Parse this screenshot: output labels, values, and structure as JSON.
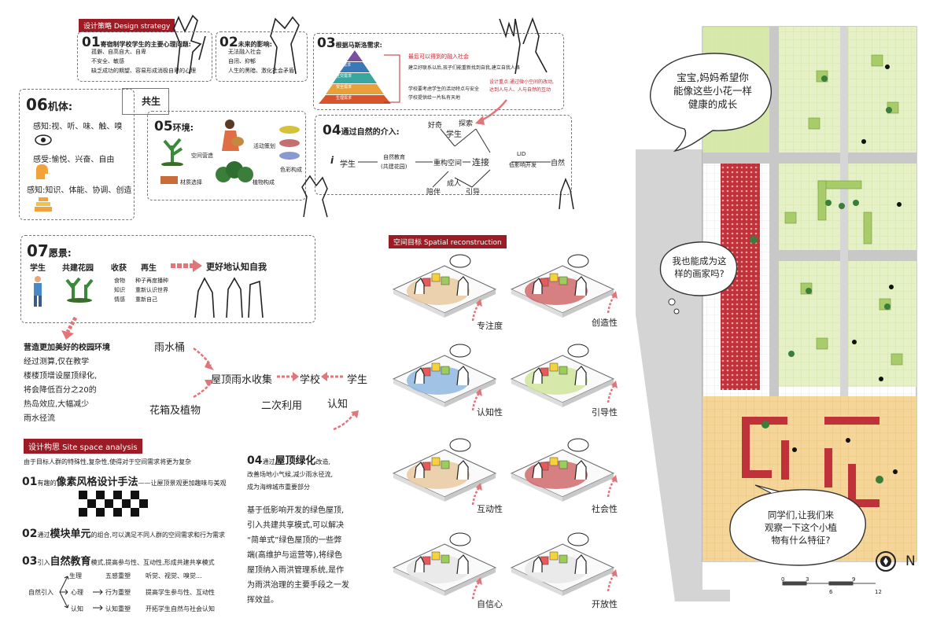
{
  "design_strategy": {
    "tag": "设计策略  Design strategy",
    "s01": {
      "num": "01",
      "title": "寄宿制学校学生的主要心理问题:",
      "lines": [
        "孤僻、自高自大、自卑",
        "不安全、敏感",
        "缺乏成功的期望、容易形成消极自卑的心理"
      ]
    },
    "s02": {
      "num": "02",
      "title": "未来的影响:",
      "lines": [
        "无法融入社会",
        "自闭、抑郁",
        "人生的黑暗、激化社会矛盾"
      ]
    },
    "s03": {
      "num": "03",
      "title": "根据马斯洛需求:",
      "pyramid": [
        "自我实现",
        "尊重需求",
        "社交需求",
        "安全需求",
        "生理需求"
      ],
      "red1": "最后可以得到的融入社会",
      "mid": [
        "建立好联系以后,孩子们能重新找到自我,建立自我人格",
        "学校要考虑学生的活动特点与安全",
        "学校提供给一片私有天地"
      ],
      "focus": [
        "设计重点:通过微小空间的改动,",
        "达到人与人、人与自然的互动"
      ]
    },
    "s04": {
      "num": "04",
      "title": "通过自然的介入:",
      "nodes": {
        "student": "学生",
        "nature_edu": "自然教育",
        "nature_edu2": "(共建花园)",
        "rebuild": "重构空间",
        "connect": "连接",
        "lid": "LID",
        "lid2": "低影响开发",
        "nature": "自然",
        "curious": "好奇",
        "explore": "探索",
        "student2": "学生",
        "accompany": "陪伴",
        "adult": "成人",
        "guide": "引导",
        "i": "i"
      }
    },
    "s05": {
      "num": "05",
      "title": "环境:",
      "labels": [
        "空间营造",
        "活动策划",
        "色彩构成",
        "材质选择",
        "植物构成"
      ]
    },
    "s06": {
      "num": "06",
      "title": "机体:",
      "lines": [
        "感知:视、听、味、触、嗅",
        "感受:愉悦、兴奋、自由",
        "感知:知识、体能、协调、创造"
      ]
    },
    "gongsheng": "共生",
    "s07": {
      "num": "07",
      "title": "愿景:",
      "cols": [
        "学生",
        "共建花园",
        "收获",
        "再生"
      ],
      "harvest": [
        "食物",
        "知识",
        "情感"
      ],
      "regen": [
        "种子再度播种",
        "重新认识世界",
        "重新自己"
      ],
      "goal": "更好地认知自我"
    }
  },
  "campus": {
    "title": "营造更加美好的校园环境",
    "lines": [
      "经过测算,仅在教学",
      "楼楼顶增设屋顶绿化,",
      "将会降低百分之20的",
      "热岛效应,大幅减少",
      "雨水径流"
    ],
    "flow": {
      "barrel": "雨水桶",
      "planter": "花箱及植物",
      "collect": "屋顶雨水收集",
      "school": "学校",
      "student": "学生",
      "reuse": "二次利用",
      "cognize": "认知"
    }
  },
  "site": {
    "tag": "设计构思  Site space analysis",
    "intro": "由于目标人群的特殊性,复杂性,使得对于空间需求将更为复杂",
    "p01": {
      "num": "01",
      "pre": "有趣的",
      "key": "像素风格设计手法",
      "post": "——让屋顶景观更加趣味与美观"
    },
    "p02": {
      "num": "02",
      "pre": "通过",
      "key": "模块单元",
      "post": "的组合,可以满足不同人群的空间需求和行为需求"
    },
    "p03": {
      "num": "03",
      "pre": "引入",
      "key": "自然教育",
      "post": "模式,提高参与性、互动性,形成共建共享模式"
    },
    "p04": {
      "num": "04",
      "pre": "通过",
      "key": "屋顶绿化",
      "post": "改造,",
      "lines": [
        "改善场地小气候,减少雨水径流,",
        "成为海绵城市重要部分"
      ]
    },
    "tree": {
      "root": "自然引入",
      "a": "生理",
      "b": "心理",
      "c": "认知",
      "a2": "五感重塑",
      "b2": "行为重塑",
      "c2": "认知重塑",
      "a3": "听觉、视觉、嗅觉...",
      "b3": "提高学生参与性、互动性",
      "c3": "开拓学生自然与社会认知"
    },
    "para": [
      "基于低影响开发的绿色屋顶,",
      "引入共建共享模式,可以解决",
      "“简单式”绿色屋顶的一些弊",
      "端(高维护与运营等),将绿色",
      "屋顶纳入雨洪管理系统,是作",
      "为雨洪治理的主要手段之一发",
      "挥效益。"
    ]
  },
  "spatial": {
    "tag": "空间目标  Spatial reconstruction",
    "labels": [
      "专注度",
      "创造性",
      "认知性",
      "引导性",
      "互动性",
      "社会性",
      "自信心",
      "开放性"
    ]
  },
  "plan": {
    "bubble1": [
      "宝宝,妈妈希望你",
      "能像这些小花一样",
      "健康的成长"
    ],
    "bubble2": [
      "我也能成为这",
      "样的画家吗?"
    ],
    "bubble3": [
      "同学们,让我们来",
      "观察一下这个小植",
      "物有什么特征?"
    ],
    "north": "N",
    "scale": [
      "0",
      "3",
      "6",
      "9",
      "12"
    ]
  },
  "colors": {
    "accent": "#9b1c24",
    "green": "#cfe49b",
    "orange": "#f4d69a",
    "red": "#c0282f"
  }
}
